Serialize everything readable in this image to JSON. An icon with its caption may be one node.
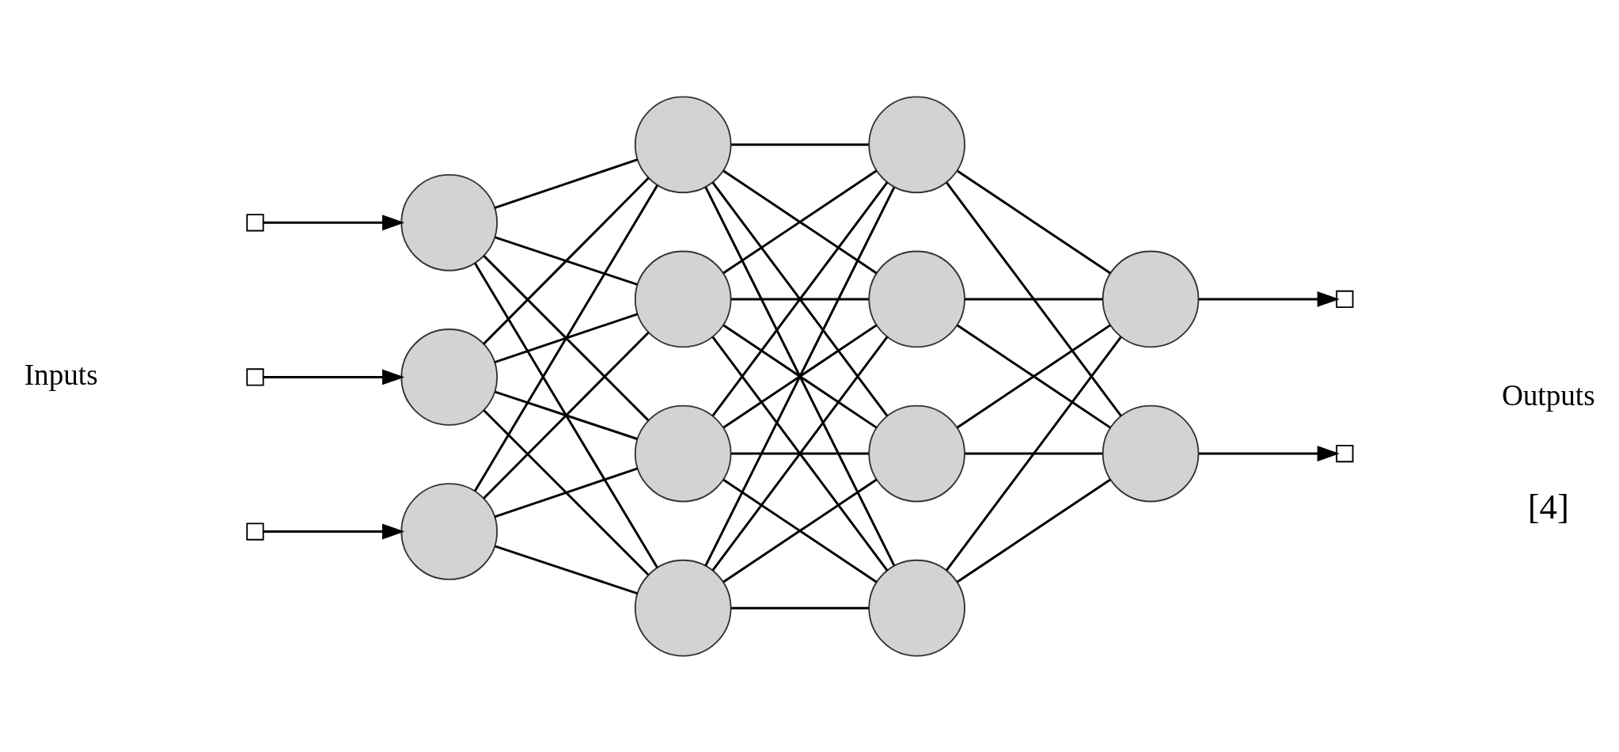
{
  "diagram": {
    "nodes": [
      {
        "text": [],
        "shape": "box"
      },
      {
        "text": [],
        "shape": "box"
      },
      {
        "text": [],
        "shape": "box"
      },
      {
        "text": [],
        "shape": "circle"
      },
      {
        "text": [],
        "shape": "circle"
      },
      {
        "text": [],
        "shape": "circle"
      },
      {
        "text": [],
        "shape": "circle"
      },
      {
        "text": [],
        "shape": "circle"
      },
      {
        "text": [],
        "shape": "circle"
      },
      {
        "text": [],
        "shape": "circle"
      },
      {
        "text": [],
        "shape": "circle"
      },
      {
        "text": [],
        "shape": "circle"
      },
      {
        "text": [],
        "shape": "circle"
      },
      {
        "text": [],
        "shape": "circle"
      },
      {
        "text": [],
        "shape": "circle"
      },
      {
        "text": [],
        "shape": "circle"
      },
      {
        "text": [],
        "shape": "box"
      },
      {
        "text": [],
        "shape": "box"
      }
    ],
    "edges": [
      {
        "from": 0,
        "to": 3,
        "arrow": "to"
      },
      {
        "from": 1,
        "to": 4,
        "arrow": "to"
      },
      {
        "from": 2,
        "to": 5,
        "arrow": "to"
      },
      {
        "from": 3,
        "to": 6,
        "arrow": "none"
      },
      {
        "from": 3,
        "to": 7,
        "arrow": "none"
      },
      {
        "from": 3,
        "to": 8,
        "arrow": "none"
      },
      {
        "from": 3,
        "to": 9,
        "arrow": "none"
      },
      {
        "from": 4,
        "to": 6,
        "arrow": "none"
      },
      {
        "from": 4,
        "to": 7,
        "arrow": "none"
      },
      {
        "from": 4,
        "to": 8,
        "arrow": "none"
      },
      {
        "from": 4,
        "to": 9,
        "arrow": "none"
      },
      {
        "from": 5,
        "to": 6,
        "arrow": "none"
      },
      {
        "from": 5,
        "to": 7,
        "arrow": "none"
      },
      {
        "from": 5,
        "to": 8,
        "arrow": "none"
      },
      {
        "from": 5,
        "to": 9,
        "arrow": "none"
      },
      {
        "from": 6,
        "to": 10,
        "arrow": "none"
      },
      {
        "from": 6,
        "to": 11,
        "arrow": "none"
      },
      {
        "from": 6,
        "to": 12,
        "arrow": "none"
      },
      {
        "from": 6,
        "to": 13,
        "arrow": "none"
      },
      {
        "from": 7,
        "to": 10,
        "arrow": "none"
      },
      {
        "from": 7,
        "to": 11,
        "arrow": "none"
      },
      {
        "from": 7,
        "to": 12,
        "arrow": "none"
      },
      {
        "from": 7,
        "to": 13,
        "arrow": "none"
      },
      {
        "from": 8,
        "to": 10,
        "arrow": "none"
      },
      {
        "from": 8,
        "to": 11,
        "arrow": "none"
      },
      {
        "from": 8,
        "to": 12,
        "arrow": "none"
      },
      {
        "from": 8,
        "to": 13,
        "arrow": "none"
      },
      {
        "from": 9,
        "to": 10,
        "arrow": "none"
      },
      {
        "from": 9,
        "to": 11,
        "arrow": "none"
      },
      {
        "from": 9,
        "to": 12,
        "arrow": "none"
      },
      {
        "from": 9,
        "to": 13,
        "arrow": "none"
      },
      {
        "from": 10,
        "to": 14,
        "arrow": "none"
      },
      {
        "from": 10,
        "to": 15,
        "arrow": "none"
      },
      {
        "from": 11,
        "to": 14,
        "arrow": "none"
      },
      {
        "from": 11,
        "to": 15,
        "arrow": "none"
      },
      {
        "from": 12,
        "to": 14,
        "arrow": "none"
      },
      {
        "from": 12,
        "to": 15,
        "arrow": "none"
      },
      {
        "from": 13,
        "to": 14,
        "arrow": "none"
      },
      {
        "from": 13,
        "to": 15,
        "arrow": "none"
      },
      {
        "from": 14,
        "to": 16,
        "arrow": "to"
      },
      {
        "from": 15,
        "to": 17,
        "arrow": "to"
      }
    ],
    "labels": [
      "Inputs",
      "Outputs",
      "[4]"
    ]
  }
}
